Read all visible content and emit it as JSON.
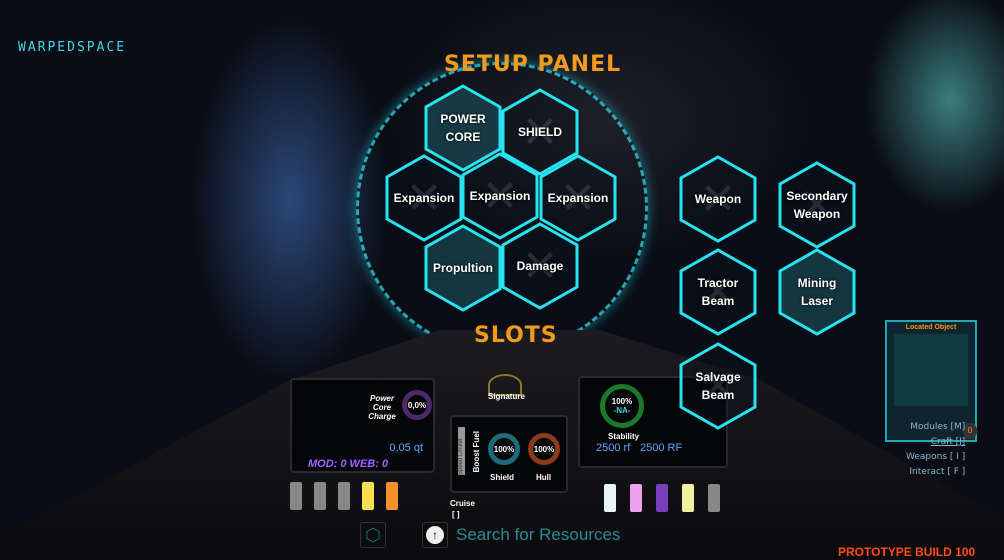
{
  "app": {
    "logo": "WARPEDSPACE",
    "build": "PROTOTYPE BUILD 100"
  },
  "setup_panel": {
    "title": "SETUP PANEL",
    "slots_title": "SLOTS",
    "slots": [
      "POWER CORE",
      "SHIELD",
      "Expansion",
      "Expansion",
      "Expansion",
      "Propultion",
      "Damage"
    ]
  },
  "weapons": {
    "slots": [
      "Weapon",
      "Secondary Weapon",
      "Tractor Beam",
      "Mining Laser",
      "Salvage Beam"
    ]
  },
  "cockpit": {
    "power_core_label": "Power Core Charge",
    "power_core_value": "0,0%",
    "fuel": "0,05 qt",
    "mod_web": "MOD: 0 WEB: 0",
    "signature": "Signature",
    "speed_limiter": "Speed Limiter",
    "boost_fuel": "Boost Fuel",
    "shield_label": "Shield",
    "shield_value": "100%",
    "hull_label": "Hull",
    "hull_value": "100%",
    "stability_value": "100%",
    "stability_sub": "-NA-",
    "stability_label": "Stability",
    "rf_left": "2500 rf",
    "rf_right": "2500 RF",
    "cruise_label": "Cruise",
    "cruise_value": "[    ]",
    "left_switch_colors": [
      "#888",
      "#888",
      "#888",
      "#f5e050",
      "#f5902a"
    ],
    "right_switch_colors": [
      "#e8f4f8",
      "#f0a0f0",
      "#7a3fc0",
      "#f0f0a0",
      "#888"
    ]
  },
  "search": {
    "label": "Search for Resources"
  },
  "located": {
    "title": "Located Object",
    "badge": "0",
    "menu": [
      "Modules [M]",
      "Craft [J]",
      "Weapons [ I ]",
      "Interact [ F ]"
    ]
  },
  "colors": {
    "accent": "#26e3ef",
    "orange": "#f29a1e",
    "build": "#ff4a1a"
  }
}
